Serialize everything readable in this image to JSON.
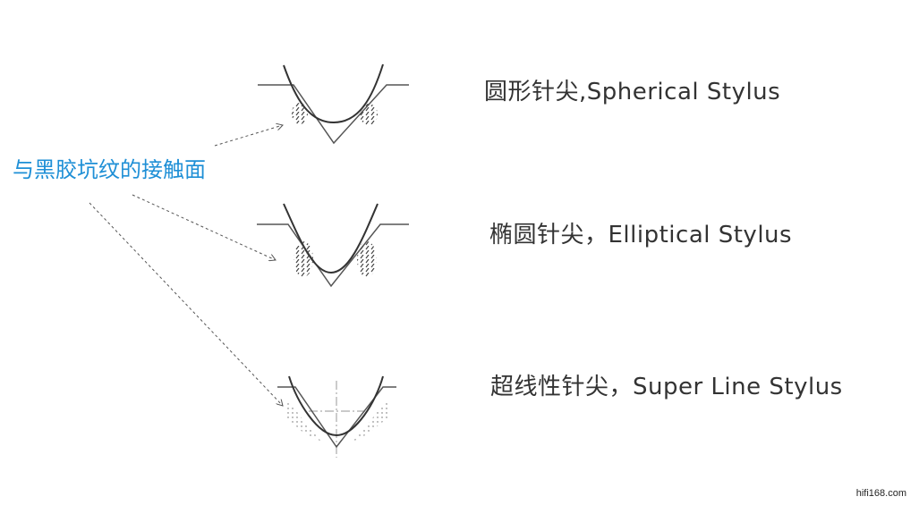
{
  "callout": {
    "label": "与黑胶坑纹的接触面",
    "color": "#1e8fd6"
  },
  "styluses": [
    {
      "title": "圆形针尖,Spherical Stylus"
    },
    {
      "title": "椭圆针尖，Elliptical Stylus"
    },
    {
      "title": "超线性针尖，Super Line Stylus"
    }
  ],
  "watermark": "hifi168.com"
}
